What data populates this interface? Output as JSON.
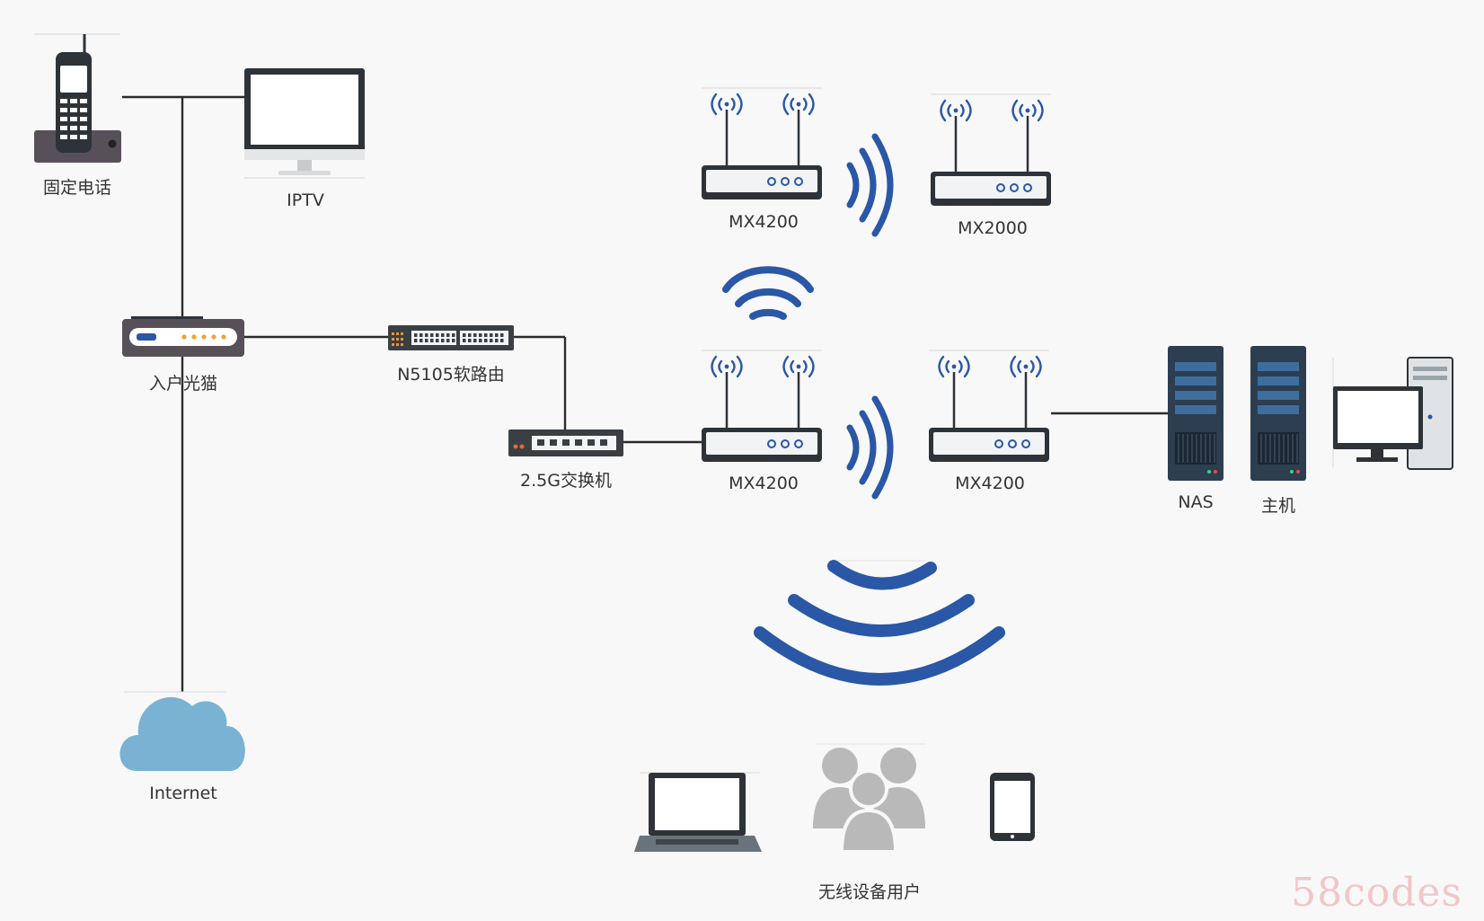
{
  "labels": {
    "phone": "固定电话",
    "iptv": "IPTV",
    "modem": "入户光猫",
    "soft_router": "N5105软路由",
    "switch": "2.5G交换机",
    "internet": "Internet",
    "router_top_left": "MX4200",
    "router_top_right": "MX2000",
    "router_mid_left": "MX4200",
    "router_mid_right": "MX4200",
    "nas": "NAS",
    "host": "主机",
    "wireless_users": "无线设备用户"
  },
  "watermark": "58codes",
  "colors": {
    "wifi": "#2a57a6",
    "line": "#2b2b2b",
    "cloud": "#7ab2d4",
    "server": "#2c3e50",
    "device_dark": "#2d3338"
  }
}
